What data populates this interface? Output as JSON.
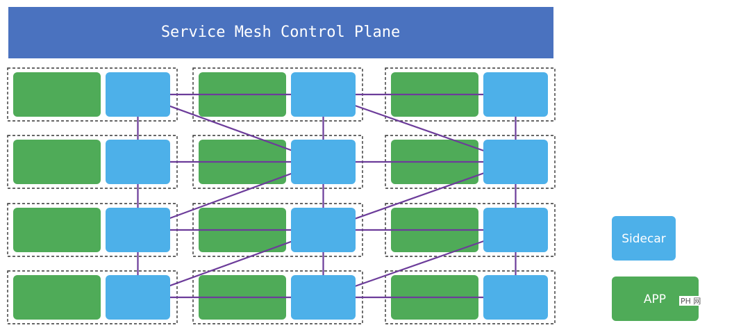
{
  "control_plane": {
    "title": "Service Mesh Control Plane"
  },
  "legend": {
    "sidecar_label": "Sidecar",
    "app_label": "APP"
  },
  "watermark": {
    "text": "PH 网"
  },
  "colors": {
    "control_plane": "#4a72bf",
    "app": "#4fab58",
    "sidecar": "#4db0e9",
    "link": "#6c3c9a",
    "dashed_border": "#333333",
    "text_light": "#ffffff"
  },
  "topology": {
    "rows": 4,
    "cols": 3,
    "cross_links": [
      {
        "from": [
          0,
          0
        ],
        "to": [
          1,
          1
        ]
      },
      {
        "from": [
          2,
          0
        ],
        "to": [
          1,
          1
        ]
      },
      {
        "from": [
          3,
          0
        ],
        "to": [
          2,
          1
        ]
      },
      {
        "from": [
          0,
          1
        ],
        "to": [
          1,
          2
        ]
      },
      {
        "from": [
          2,
          1
        ],
        "to": [
          1,
          2
        ]
      },
      {
        "from": [
          3,
          1
        ],
        "to": [
          2,
          2
        ]
      }
    ]
  }
}
